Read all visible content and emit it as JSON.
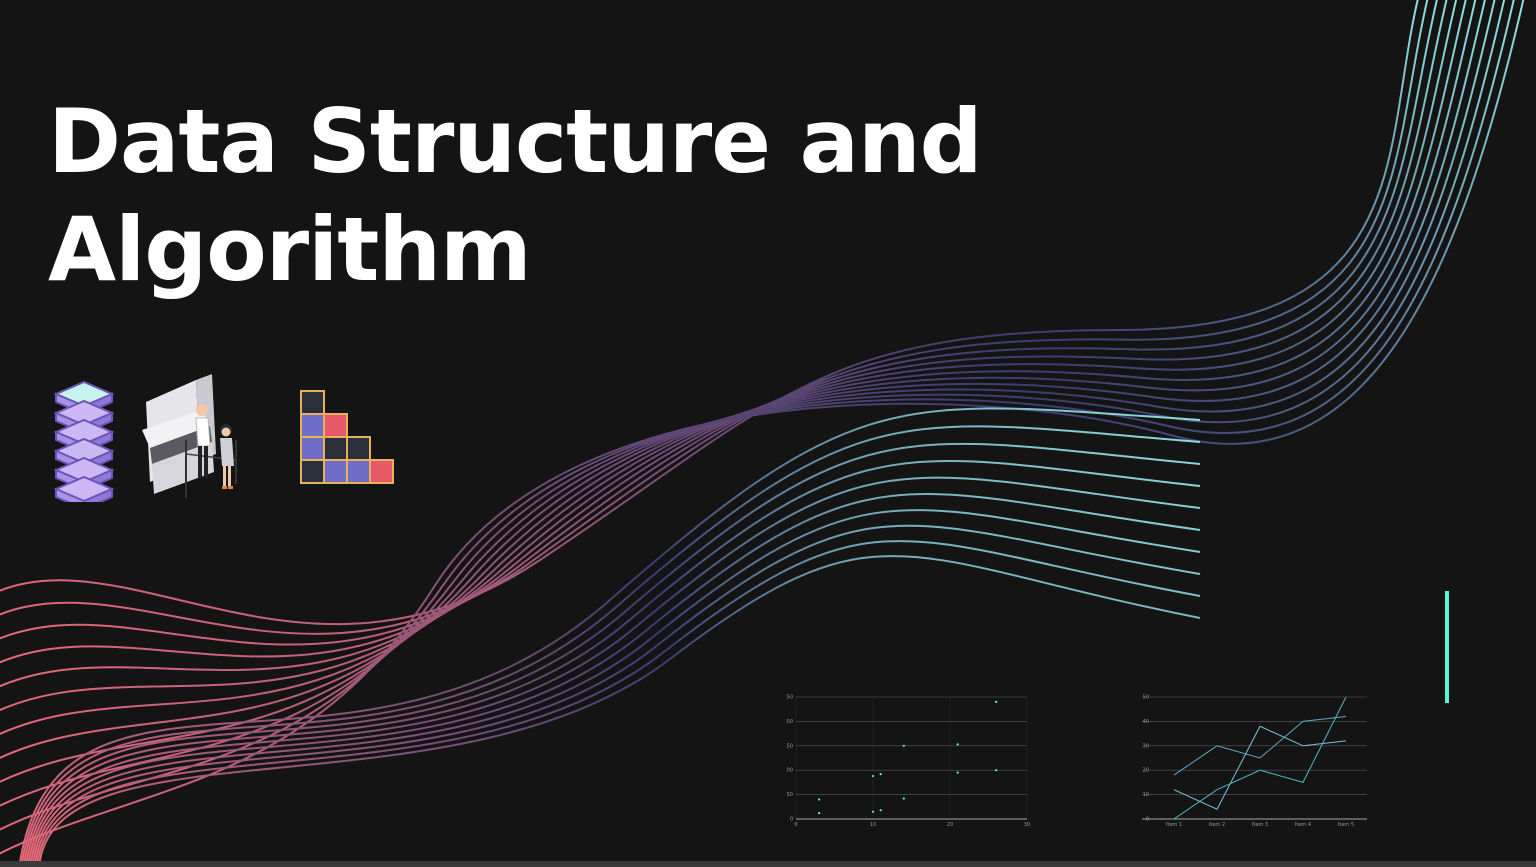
{
  "slide": {
    "title_line1": "Data Structure and",
    "title_line2": "Algorithm"
  },
  "colors": {
    "background": "#141414",
    "title": "#ffffff",
    "accent": "#5ef2d0",
    "wave_start": "#e86a7a",
    "wave_mid": "#3c3c6e",
    "wave_end": "#8fe3e2"
  },
  "illustrations": [
    "stack-layers-icon",
    "queue-people-icon",
    "array-grid-icon"
  ],
  "chart_data": [
    {
      "type": "scatter",
      "x_ticks": [
        "0",
        "10",
        "20",
        "30"
      ],
      "y_ticks": [
        "0",
        "50",
        "100",
        "150",
        "200",
        "250"
      ],
      "xlim": [
        0,
        30
      ],
      "ylim": [
        0,
        250
      ],
      "grid": true,
      "points": [
        {
          "x": 3,
          "y": 40
        },
        {
          "x": 3,
          "y": 12
        },
        {
          "x": 10,
          "y": 88
        },
        {
          "x": 11,
          "y": 92
        },
        {
          "x": 10,
          "y": 15
        },
        {
          "x": 11,
          "y": 18
        },
        {
          "x": 14,
          "y": 150
        },
        {
          "x": 14,
          "y": 42
        },
        {
          "x": 21,
          "y": 153
        },
        {
          "x": 21,
          "y": 95
        },
        {
          "x": 26,
          "y": 240
        },
        {
          "x": 26,
          "y": 100
        }
      ]
    },
    {
      "type": "line",
      "categories": [
        "Item 1",
        "Item 2",
        "Item 3",
        "Item 4",
        "Item 5"
      ],
      "y_ticks": [
        "0",
        "10",
        "20",
        "30",
        "40",
        "50"
      ],
      "ylim": [
        0,
        50
      ],
      "grid": true,
      "series": [
        {
          "values": [
            18,
            30,
            25,
            40,
            42
          ],
          "color": "#5fa8c4"
        },
        {
          "values": [
            12,
            4,
            38,
            30,
            32
          ],
          "color": "#7cc4d8"
        },
        {
          "values": [
            0,
            12,
            20,
            15,
            50
          ],
          "color": "#4fb8c8"
        }
      ]
    }
  ]
}
